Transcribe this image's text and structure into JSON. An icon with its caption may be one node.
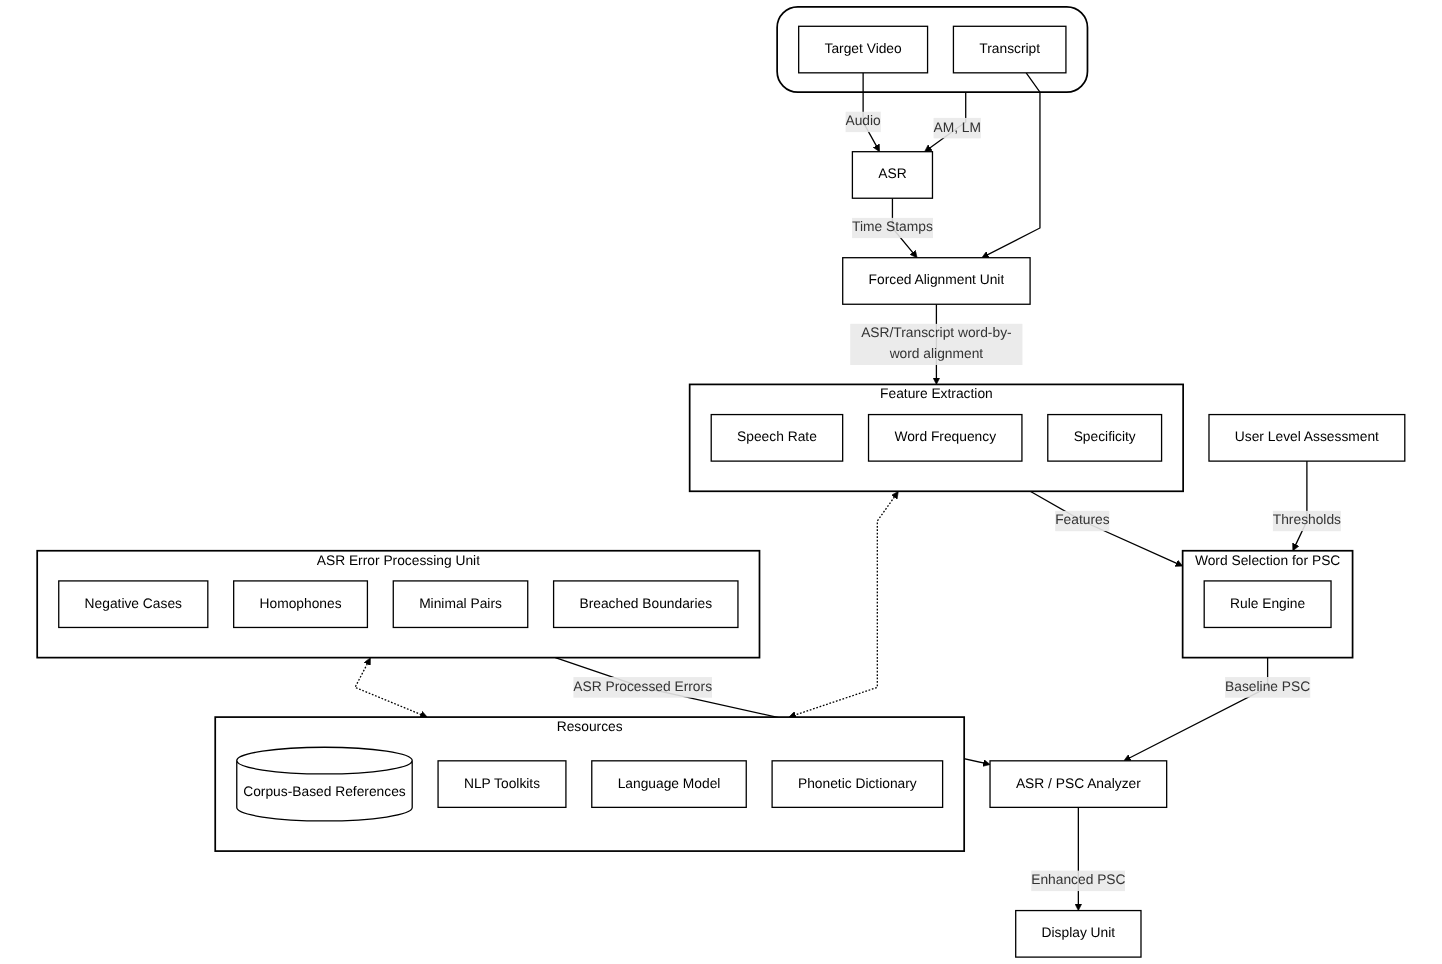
{
  "diagram": {
    "nodes": [
      {
        "text": [],
        "shape": "cylinder"
      },
      {
        "text": [
          "Target Video"
        ],
        "in": 0
      },
      {
        "text": [
          "Transcript"
        ],
        "in": 0
      },
      {
        "text": [
          "User Level Assessment"
        ]
      },
      {
        "text": [
          "ASR"
        ]
      },
      {
        "text": [
          "Forced Alignment Unit"
        ]
      },
      {
        "text": [
          "Word Selection for PSC"
        ]
      },
      {
        "text": [
          "Rule Engine"
        ],
        "in": 6
      },
      {
        "text": [
          "Feature Extraction"
        ]
      },
      {
        "text": [
          "Speech Rate"
        ],
        "in": 8
      },
      {
        "text": [
          "Word Frequency"
        ],
        "in": 8
      },
      {
        "text": [
          "Specificity"
        ],
        "in": 8
      },
      {
        "text": [
          "Resources"
        ]
      },
      {
        "text": [
          "Corpus-Based References"
        ],
        "in": 12
      },
      {
        "text": [
          "NLP Toolkits"
        ],
        "in": 12
      },
      {
        "text": [
          "Language Model"
        ],
        "in": 12
      },
      {
        "text": [
          "Phonetic Dictionary"
        ],
        "in": 12
      },
      {
        "text": [
          "ASR Error Processing Unit"
        ]
      },
      {
        "text": [
          "Negative Cases"
        ],
        "in": 17
      },
      {
        "text": [
          "Homophones"
        ],
        "in": 17
      },
      {
        "text": [
          "Minimal Pairs"
        ],
        "in": 17
      },
      {
        "text": [
          "Breached Boundaries"
        ],
        "in": 17
      },
      {
        "text": [
          "Display Unit"
        ]
      },
      {
        "text": [
          "ASR / PSC Analyzer"
        ]
      }
    ],
    "edges": [
      {
        "from": 1,
        "to": 4,
        "arrow": "to",
        "label": "Audio"
      },
      {
        "from": 0,
        "to": 4,
        "arrow": "to",
        "label": "AM, LM"
      },
      {
        "from": 2,
        "to": 5,
        "arrow": "to"
      },
      {
        "from": 4,
        "to": 5,
        "arrow": "to",
        "label": "Time Stamps"
      },
      {
        "from": 3,
        "to": 6,
        "arrow": "to",
        "label": "Thresholds"
      },
      {
        "from": 5,
        "to": 8,
        "arrow": "to",
        "label": "ASR/Transcript word-by-word alignment"
      },
      {
        "from": 8,
        "to": 6,
        "arrow": "to",
        "label": "Features"
      },
      {
        "from": 8,
        "to": 12,
        "arrow": "both",
        "style": "dashed"
      },
      {
        "from": 6,
        "to": 23,
        "arrow": "to",
        "label": "Baseline PSC"
      },
      {
        "from": 17,
        "to": 23,
        "arrow": "to",
        "label": "ASR Processed Errors"
      },
      {
        "from": 17,
        "to": 12,
        "arrow": "both",
        "style": "dashed"
      },
      {
        "from": 23,
        "to": 22,
        "arrow": "to",
        "label": "Enhanced PSC"
      }
    ]
  }
}
